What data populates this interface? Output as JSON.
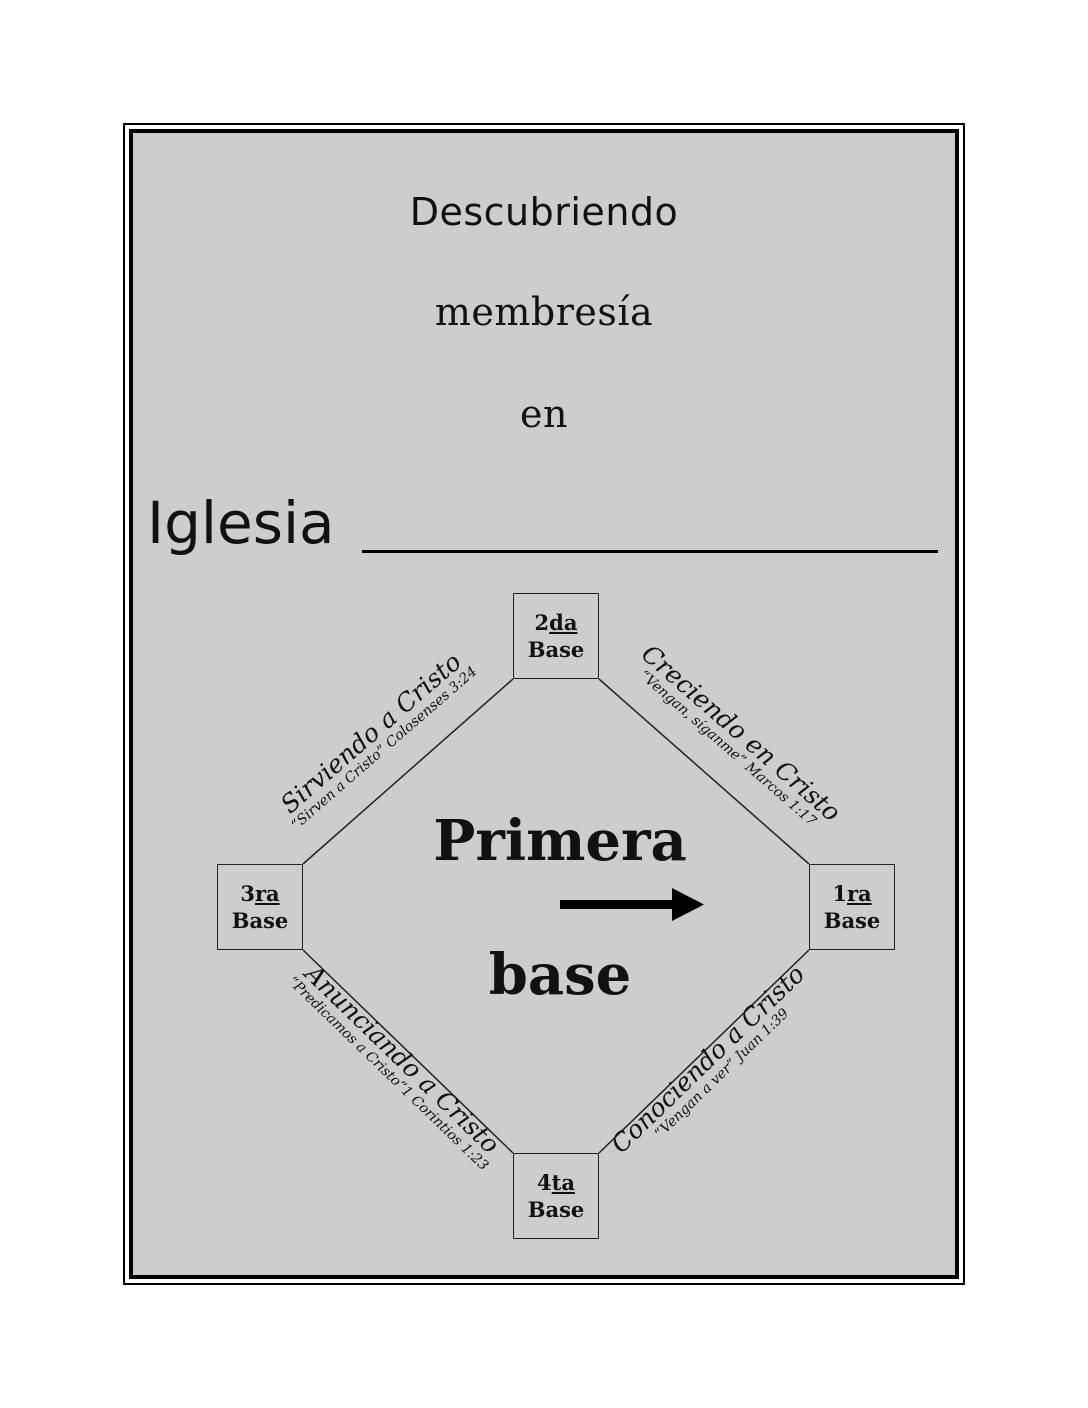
{
  "title": {
    "line1": "Descubriendo",
    "line2": "membresía",
    "line3": "en",
    "church_label": "Iglesia"
  },
  "center": {
    "word1": "Primera",
    "word2": "base"
  },
  "bases": {
    "second": {
      "ordinal_num": "2",
      "ordinal_suffix": "da",
      "label": "Base"
    },
    "third": {
      "ordinal_num": "3",
      "ordinal_suffix": "ra",
      "label": "Base"
    },
    "first": {
      "ordinal_num": "1",
      "ordinal_suffix": "ra",
      "label": "Base"
    },
    "fourth": {
      "ordinal_num": "4",
      "ordinal_suffix": "ta",
      "label": "Base"
    }
  },
  "paths": {
    "serving": {
      "title": "Sirviendo a Cristo",
      "verse": "“Sirven a Cristo” Colosenses 3:24"
    },
    "growing": {
      "title": "Creciendo en Cristo",
      "verse": "“Vengan, síganme” Marcos 1:17"
    },
    "proclaiming": {
      "title": "Anunciando a Cristo",
      "verse": "“Predicamos a Cristo”1 Corintios 1:23"
    },
    "knowing": {
      "title": "Conociendo a Cristo",
      "verse": "“Vengan a ver” Juan 1:39"
    }
  }
}
